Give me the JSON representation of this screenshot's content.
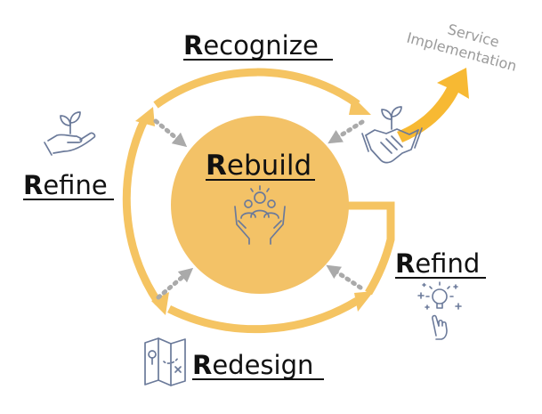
{
  "diagram": {
    "center": {
      "initial": "R",
      "rest": "ebuild",
      "icon": "hands-people-icon"
    },
    "stages": [
      {
        "id": "recognize",
        "initial": "R",
        "rest": "ecognize"
      },
      {
        "id": "refine",
        "initial": "R",
        "rest": "efine"
      },
      {
        "id": "refind",
        "initial": "R",
        "rest": "efind"
      },
      {
        "id": "redesign",
        "initial": "R",
        "rest": "edesign"
      }
    ],
    "exit": {
      "line1": "Service",
      "line2": "Implementation"
    },
    "icons": {
      "recognize": "handshake-plant-icon",
      "refine": "hand-plant-icon",
      "refind": "lightbulb-idea-icon",
      "redesign": "map-icon"
    },
    "colors": {
      "cycle": "#F5C462",
      "center": "#F3C267",
      "exit_arrow": "#F7B933",
      "dotted": "#AAAAAA",
      "icon": "#6B7A9A",
      "text": "#111111",
      "exit_text": "#9A9A9A"
    }
  }
}
